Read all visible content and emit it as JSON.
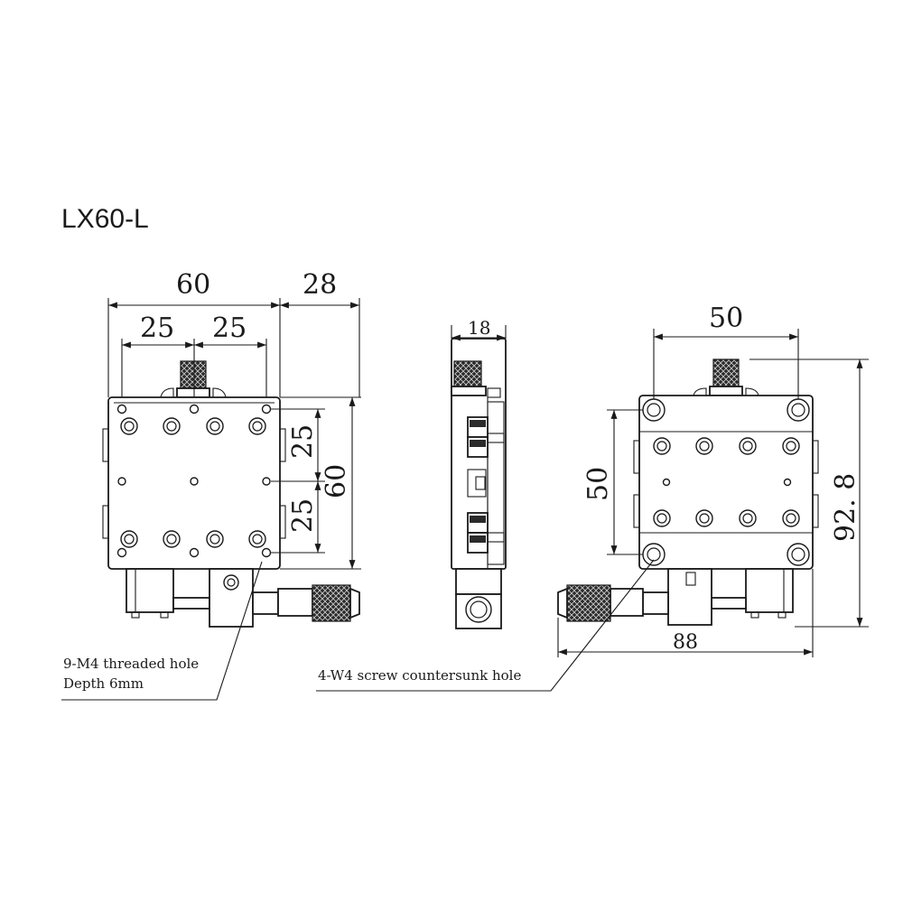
{
  "title": "LX60-L",
  "front_view": {
    "dim_width": "60",
    "dim_micrometer": "28",
    "dim_hole_left": "25",
    "dim_hole_right": "25",
    "dim_vert_upper": "25",
    "dim_vert_lower": "25",
    "dim_height": "60"
  },
  "side_view": {
    "dim_thickness": "18"
  },
  "top_view": {
    "dim_hole_spacing_h": "50",
    "dim_hole_spacing_v": "50",
    "dim_total_height": "92. 8",
    "dim_total_length": "88"
  },
  "notes": {
    "threaded_line1": "9-M4 threaded hole",
    "threaded_line2": "Depth 6mm",
    "countersunk": "4-W4 screw countersunk hole"
  },
  "colors": {
    "line": "#1a1a1a",
    "background": "#ffffff"
  }
}
